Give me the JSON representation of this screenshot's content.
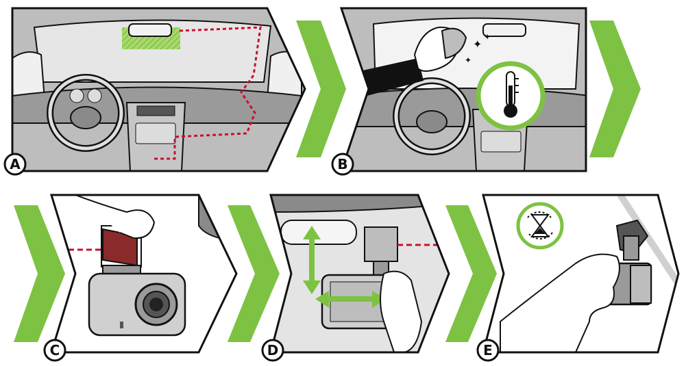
{
  "steps": [
    {
      "label": "A",
      "icon": "cable-route-icon"
    },
    {
      "label": "B",
      "icon": "thermometer-icon"
    },
    {
      "label": "C",
      "icon": "adhesive-peel-icon"
    },
    {
      "label": "D",
      "icon": "adjust-arrows-icon"
    },
    {
      "label": "E",
      "icon": "hourglass-rotate-icon"
    }
  ],
  "colors": {
    "accent": "#7dc242",
    "cable": "#c8102e",
    "outline": "#111111",
    "panel_gray": "#d0d0d0",
    "dark_gray": "#8a8a8a"
  }
}
